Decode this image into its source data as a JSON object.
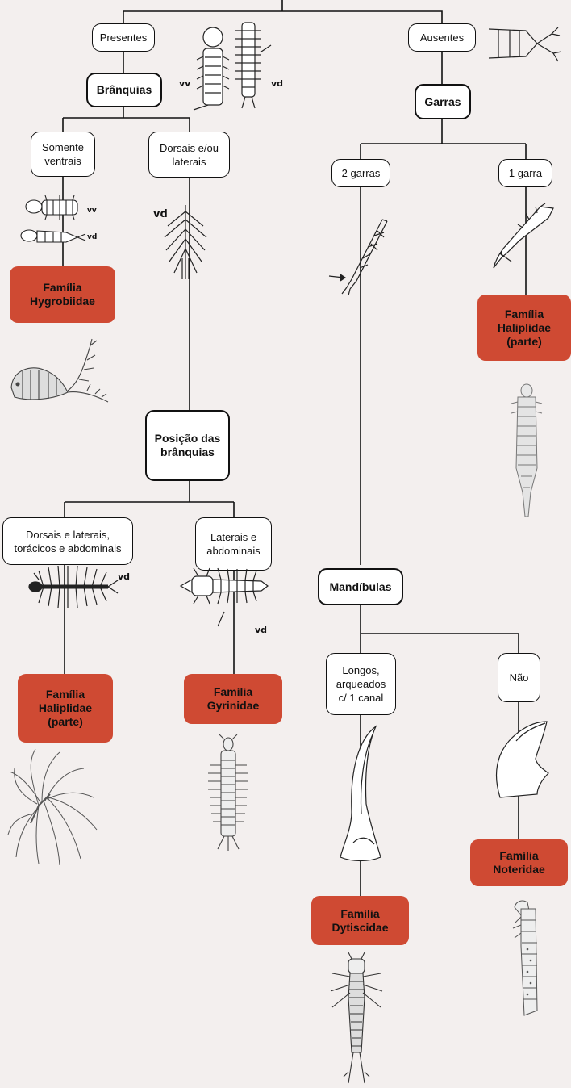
{
  "nodes": {
    "presentes": "Presentes",
    "ausentes": "Ausentes",
    "branquias": "Brânquias",
    "garras": "Garras",
    "somente_ventrais": "Somente\nventrais",
    "dorsais_laterais": "Dorsais e/ou\nlaterais",
    "dois_garras": "2 garras",
    "uma_garra": "1 garra",
    "posicao_branquias": "Posição das\nbrânquias",
    "dorsais_toracicos": "Dorsais e laterais,\ntorácicos e abdominais",
    "laterais_abdominais": "Laterais e\nabdominais",
    "mandibulas": "Mandíbulas",
    "longos_arqueados": "Longos,\narqueados\nc/ 1 canal",
    "nao": "Não"
  },
  "families": {
    "hygrobiidae": "Família\nHygrobiidae",
    "haliplidae_parte_right": "Família\nHaliplidae\n(parte)",
    "haliplidae_parte_left": "Família\nHaliplidae\n(parte)",
    "gyrinidae": "Família\nGyrinidae",
    "dytiscidae": "Família\nDytiscidae",
    "noteridae": "Família\nNoteridae"
  },
  "view_labels": {
    "vv": "vv",
    "vd": "vd"
  },
  "colors": {
    "background": "#f3efee",
    "family_fill": "#cf4a33",
    "line": "#111111"
  }
}
